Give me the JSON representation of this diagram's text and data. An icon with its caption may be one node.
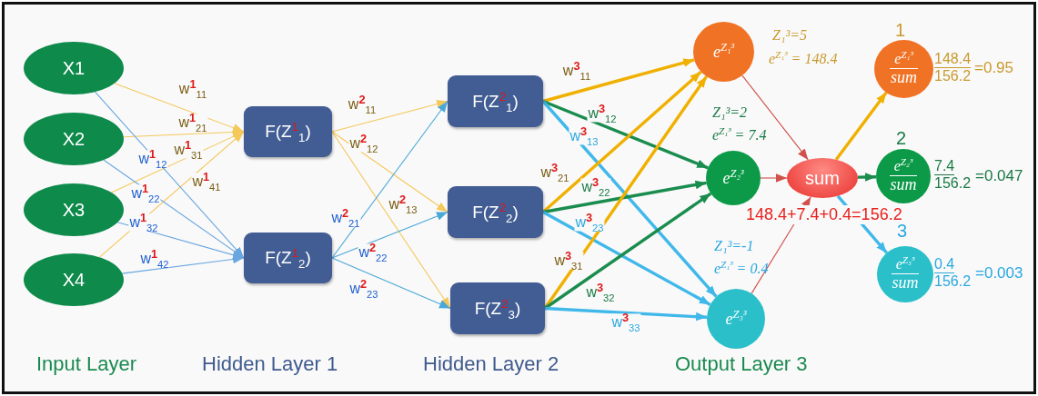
{
  "diagram": {
    "nodes": [
      {
        "text": [
          "X1"
        ]
      },
      {
        "text": [
          "X2"
        ]
      },
      {
        "text": [
          "X3"
        ]
      },
      {
        "text": [
          "X4"
        ]
      },
      {
        "text": [
          "F(Z$^{1}$$_{1}$)"
        ]
      },
      {
        "text": [
          "F(Z$^{1}$$_{2}$)"
        ]
      },
      {
        "text": [
          "F(Z$^{2}$$_{1}$)"
        ]
      },
      {
        "text": [
          "F(Z$^{2}$$_{2}$)"
        ]
      },
      {
        "text": [
          "F(Z$^{2}$$_{3}$)"
        ]
      },
      {
        "text": [
          "e$^{Z₁³}$"
        ],
        "beside": [
          "Z₁³=5",
          "e$^{Z₁³}$ = 148.4"
        ]
      },
      {
        "text": [
          "e$^{Z₂³}$"
        ],
        "beside": [
          "Z₁³=2",
          "e$^{Z₁³}$ = 7.4"
        ]
      },
      {
        "text": [
          "e$^{Z₃³}$"
        ],
        "beside": [
          "Z₁³=-1",
          "e$^{Z₁³}$ = 0.4"
        ]
      },
      {
        "text": [
          "sum"
        ]
      },
      {
        "text": [
          "e$^{Z₁³}$",
          "sum"
        ],
        "beside": [
          "1",
          "148.4",
          "156.2",
          "=0.95"
        ]
      },
      {
        "text": [
          "e$^{Z₂³}$",
          "sum"
        ],
        "beside": [
          "2",
          "7.4",
          "156.2",
          "=0.047"
        ]
      },
      {
        "text": [
          "e$^{Z₃³}$",
          "sum"
        ],
        "beside": [
          "3",
          "0.4",
          "156.2",
          "=0.003"
        ]
      }
    ],
    "edges": [
      {
        "from": 0,
        "to": 4,
        "arrow": "to",
        "label": "w$^{1}$$_{11}$",
        "color": "#f5c85a"
      },
      {
        "from": 1,
        "to": 4,
        "arrow": "to",
        "label": "w$^{1}$$_{21}$",
        "color": "#f5c85a"
      },
      {
        "from": 2,
        "to": 4,
        "arrow": "to",
        "label": "w$^{1}$$_{31}$",
        "color": "#f5c85a"
      },
      {
        "from": 3,
        "to": 4,
        "arrow": "to",
        "label": "w$^{1}$$_{41}$",
        "color": "#f5c85a"
      },
      {
        "from": 0,
        "to": 5,
        "arrow": "to",
        "label": "w$^{1}$$_{12}$",
        "color": "#6aa6e0"
      },
      {
        "from": 1,
        "to": 5,
        "arrow": "to",
        "label": "w$^{1}$$_{22}$",
        "color": "#6aa6e0"
      },
      {
        "from": 2,
        "to": 5,
        "arrow": "to",
        "label": "w$^{1}$$_{32}$",
        "color": "#6aa6e0"
      },
      {
        "from": 3,
        "to": 5,
        "arrow": "to",
        "label": "w$^{1}$$_{42}$",
        "color": "#6aa6e0"
      },
      {
        "from": 4,
        "to": 6,
        "arrow": "to",
        "label": "w$^{2}$$_{11}$",
        "color": "#f5c85a"
      },
      {
        "from": 4,
        "to": 7,
        "arrow": "to",
        "label": "w$^{2}$$_{12}$",
        "color": "#f5c85a"
      },
      {
        "from": 4,
        "to": 8,
        "arrow": "to",
        "label": "w$^{2}$$_{13}$",
        "color": "#f5c85a"
      },
      {
        "from": 5,
        "to": 6,
        "arrow": "to",
        "label": "w$^{2}$$_{21}$",
        "color": "#4aa8d8"
      },
      {
        "from": 5,
        "to": 7,
        "arrow": "to",
        "label": "w$^{2}$$_{22}$",
        "color": "#4aa8d8"
      },
      {
        "from": 5,
        "to": 8,
        "arrow": "to",
        "label": "w$^{2}$$_{23}$",
        "color": "#4aa8d8"
      },
      {
        "from": 6,
        "to": 9,
        "arrow": "to",
        "label": "w$^{3}$$_{11}$",
        "color": "#f0b000",
        "style": "thick"
      },
      {
        "from": 6,
        "to": 10,
        "arrow": "to",
        "label": "w$^{3}$$_{12}$",
        "color": "#1a8c4e",
        "style": "thick"
      },
      {
        "from": 6,
        "to": 11,
        "arrow": "to",
        "label": "w$^{3}$$_{13}$",
        "color": "#40b8ea",
        "style": "thick"
      },
      {
        "from": 7,
        "to": 9,
        "arrow": "to",
        "label": "w$^{3}$$_{21}$",
        "color": "#f0b000",
        "style": "thick"
      },
      {
        "from": 7,
        "to": 10,
        "arrow": "to",
        "label": "w$^{3}$$_{22}$",
        "color": "#1a8c4e",
        "style": "thick"
      },
      {
        "from": 7,
        "to": 11,
        "arrow": "to",
        "label": "w$^{3}$$_{23}$",
        "color": "#40b8ea",
        "style": "thick"
      },
      {
        "from": 8,
        "to": 9,
        "arrow": "to",
        "label": "w$^{3}$$_{31}$",
        "color": "#f0b000",
        "style": "thick"
      },
      {
        "from": 8,
        "to": 10,
        "arrow": "to",
        "label": "w$^{3}$$_{32}$",
        "color": "#1a8c4e",
        "style": "thick"
      },
      {
        "from": 8,
        "to": 11,
        "arrow": "to",
        "label": "w$^{3}$$_{33}$",
        "color": "#40b8ea",
        "style": "thick"
      },
      {
        "from": 9,
        "to": 12,
        "arrow": "to",
        "color": "#d0504a"
      },
      {
        "from": 10,
        "to": 12,
        "arrow": "to",
        "color": "#d0504a"
      },
      {
        "from": 11,
        "to": 12,
        "arrow": "to",
        "color": "#d0504a"
      },
      {
        "from": 12,
        "to": 13,
        "arrow": "to",
        "color": "#f0b000",
        "style": "thick"
      },
      {
        "from": 12,
        "to": 14,
        "arrow": "to",
        "color": "#1a8c4e",
        "style": "thick"
      },
      {
        "from": 12,
        "to": 15,
        "arrow": "to",
        "color": "#40b8ea",
        "style": "thick"
      }
    ],
    "labels": [
      "148.4+7.4+0.4=156.2",
      "Input Layer",
      "Hidden Layer 1",
      "Hidden Layer 2",
      "Output Layer 3"
    ]
  }
}
